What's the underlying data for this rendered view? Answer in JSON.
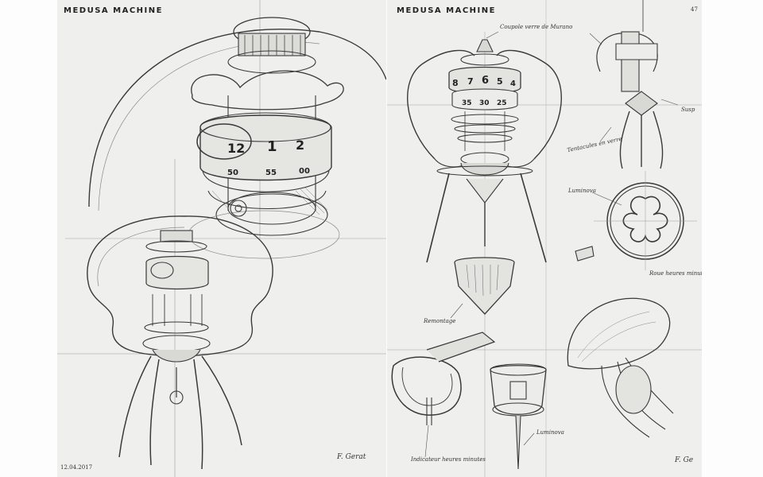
{
  "left_sheet": {
    "title": "MEDUSA MACHINE",
    "date": "12.04.2017",
    "signature": "F. Gerat",
    "dial_numbers_top": [
      "12",
      "1",
      "2"
    ],
    "dial_numbers_bottom": [
      "50",
      "55",
      "00"
    ]
  },
  "right_sheet": {
    "title": "MEDUSA MACHINE",
    "page_number": "47",
    "signature": "F. Ge",
    "dial_hours": [
      "8",
      "7",
      "6",
      "5",
      "4"
    ],
    "dial_minutes": [
      "35",
      "30",
      "25"
    ],
    "annotations": {
      "cupola": "Coupole verre de Murano",
      "tentacles": "Tentacules en verre",
      "luminova_top": "Luminova",
      "wheel": "Roue heures minutes",
      "suspension": "Susp",
      "remontage": "Remontage",
      "indicator": "Indicateur heures minutes",
      "luminova_bottom": "Luminova"
    }
  }
}
